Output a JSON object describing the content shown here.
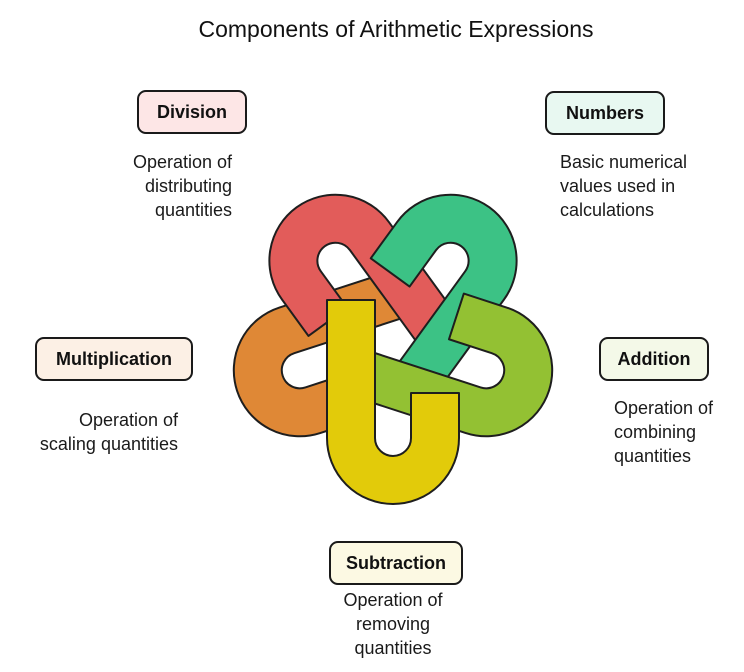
{
  "title": "Components of Arithmetic Expressions",
  "components": {
    "numbers": {
      "label": "Numbers",
      "desc": [
        "Basic numerical",
        "values used in",
        "calculations"
      ],
      "color": "#3cc285",
      "badge_bg": "#e8f8f1"
    },
    "addition": {
      "label": "Addition",
      "desc": [
        "Operation of",
        "combining",
        "quantities"
      ],
      "color": "#93c133",
      "badge_bg": "#f4f9e8"
    },
    "subtraction": {
      "label": "Subtraction",
      "desc": [
        "Operation of",
        "removing",
        "quantities"
      ],
      "color": "#e2cb0a",
      "badge_bg": "#fcf9e3"
    },
    "multiplication": {
      "label": "Multiplication",
      "desc": [
        "Operation of",
        "scaling quantities"
      ],
      "color": "#df8836",
      "badge_bg": "#fcf0e5"
    },
    "division": {
      "label": "Division",
      "desc": [
        "Operation of",
        "distributing",
        "quantities"
      ],
      "color": "#e25c5a",
      "badge_bg": "#fde6e6"
    }
  }
}
